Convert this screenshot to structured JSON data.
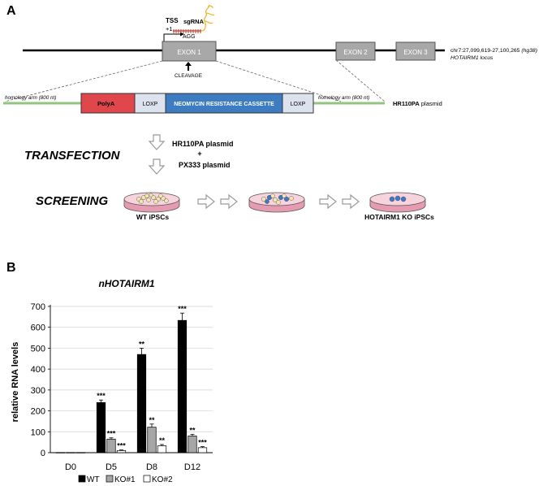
{
  "panels": {
    "a": {
      "label": "A",
      "tss_label": "TSS",
      "plus_one": "+1",
      "sgrna_label": "sgRNA",
      "pam_label": "AGG",
      "cleavage_label": "CLEAVAGE",
      "exon1": "EXON 1",
      "exon2": "EXON 2",
      "exon3": "EXON 3",
      "locus_coords": "chr7:27,099,619-27,100,265",
      "locus_build": "(hg38)",
      "locus_name": "HOTAIRM1 locus",
      "homology_arm_left_prefix": "homology arm",
      "homology_arm_left_size": "(800 nt)",
      "homology_arm_right_prefix": "homology arm",
      "homology_arm_right_size": "(800 nt)",
      "polya": "PolyA",
      "loxp_left": "LOXP",
      "neo_cassette": "NEOMYCIN RESISTANCE CASSETTE",
      "loxp_right": "LOXP",
      "plasmid_name": "HR110PA",
      "plasmid_word": "plasmid",
      "transfection_label": "TRANSFECTION",
      "transfection_plasmid_1": "HR110PA plasmid",
      "transfection_plus": "+",
      "transfection_plasmid_2": "PX333 plasmid",
      "screening_label": "SCREENING",
      "wt_ipscs": "WT iPSCs",
      "ko_ipscs": "HOTAIRM1 KO iPSCs"
    },
    "b": {
      "label": "B"
    }
  },
  "colors": {
    "polya": "#e0474c",
    "loxp": "#dde3ee",
    "neo": "#3d7cc0",
    "homology_arm": "#92c47f",
    "exon_fill": "#a8a8a8",
    "sgrna": "#c0392b",
    "scaffold": "#f2b731",
    "arrow_outline": "#9a9a9a",
    "dish": "#e59bb0",
    "wt_bar": "#000000",
    "ko1_bar": "#a6a6a6",
    "ko2_bar": "#ffffff"
  },
  "chart_data": {
    "type": "bar",
    "title": "nHOTAIRM1",
    "xlabel": "",
    "ylabel": "relative RNA levels",
    "ylim": [
      0,
      700
    ],
    "yticks": [
      "0",
      "100",
      "200",
      "300",
      "400",
      "500",
      "600",
      "700"
    ],
    "grid": true,
    "legend": "bottom",
    "categories": [
      "D0",
      "D5",
      "D8",
      "D12"
    ],
    "series": [
      {
        "name": "WT",
        "values": [
          1,
          240,
          470,
          633
        ],
        "errors": [
          0,
          12,
          30,
          35
        ],
        "sig": [
          "",
          "***",
          "**",
          "***"
        ]
      },
      {
        "name": "KO#1",
        "values": [
          1,
          65,
          122,
          80
        ],
        "errors": [
          0,
          6,
          15,
          8
        ],
        "sig": [
          "",
          "***",
          "**",
          "**"
        ]
      },
      {
        "name": "KO#2",
        "values": [
          1,
          10,
          33,
          24
        ],
        "errors": [
          0,
          3,
          6,
          5
        ],
        "sig": [
          "",
          "***",
          "**",
          "***"
        ]
      }
    ]
  }
}
